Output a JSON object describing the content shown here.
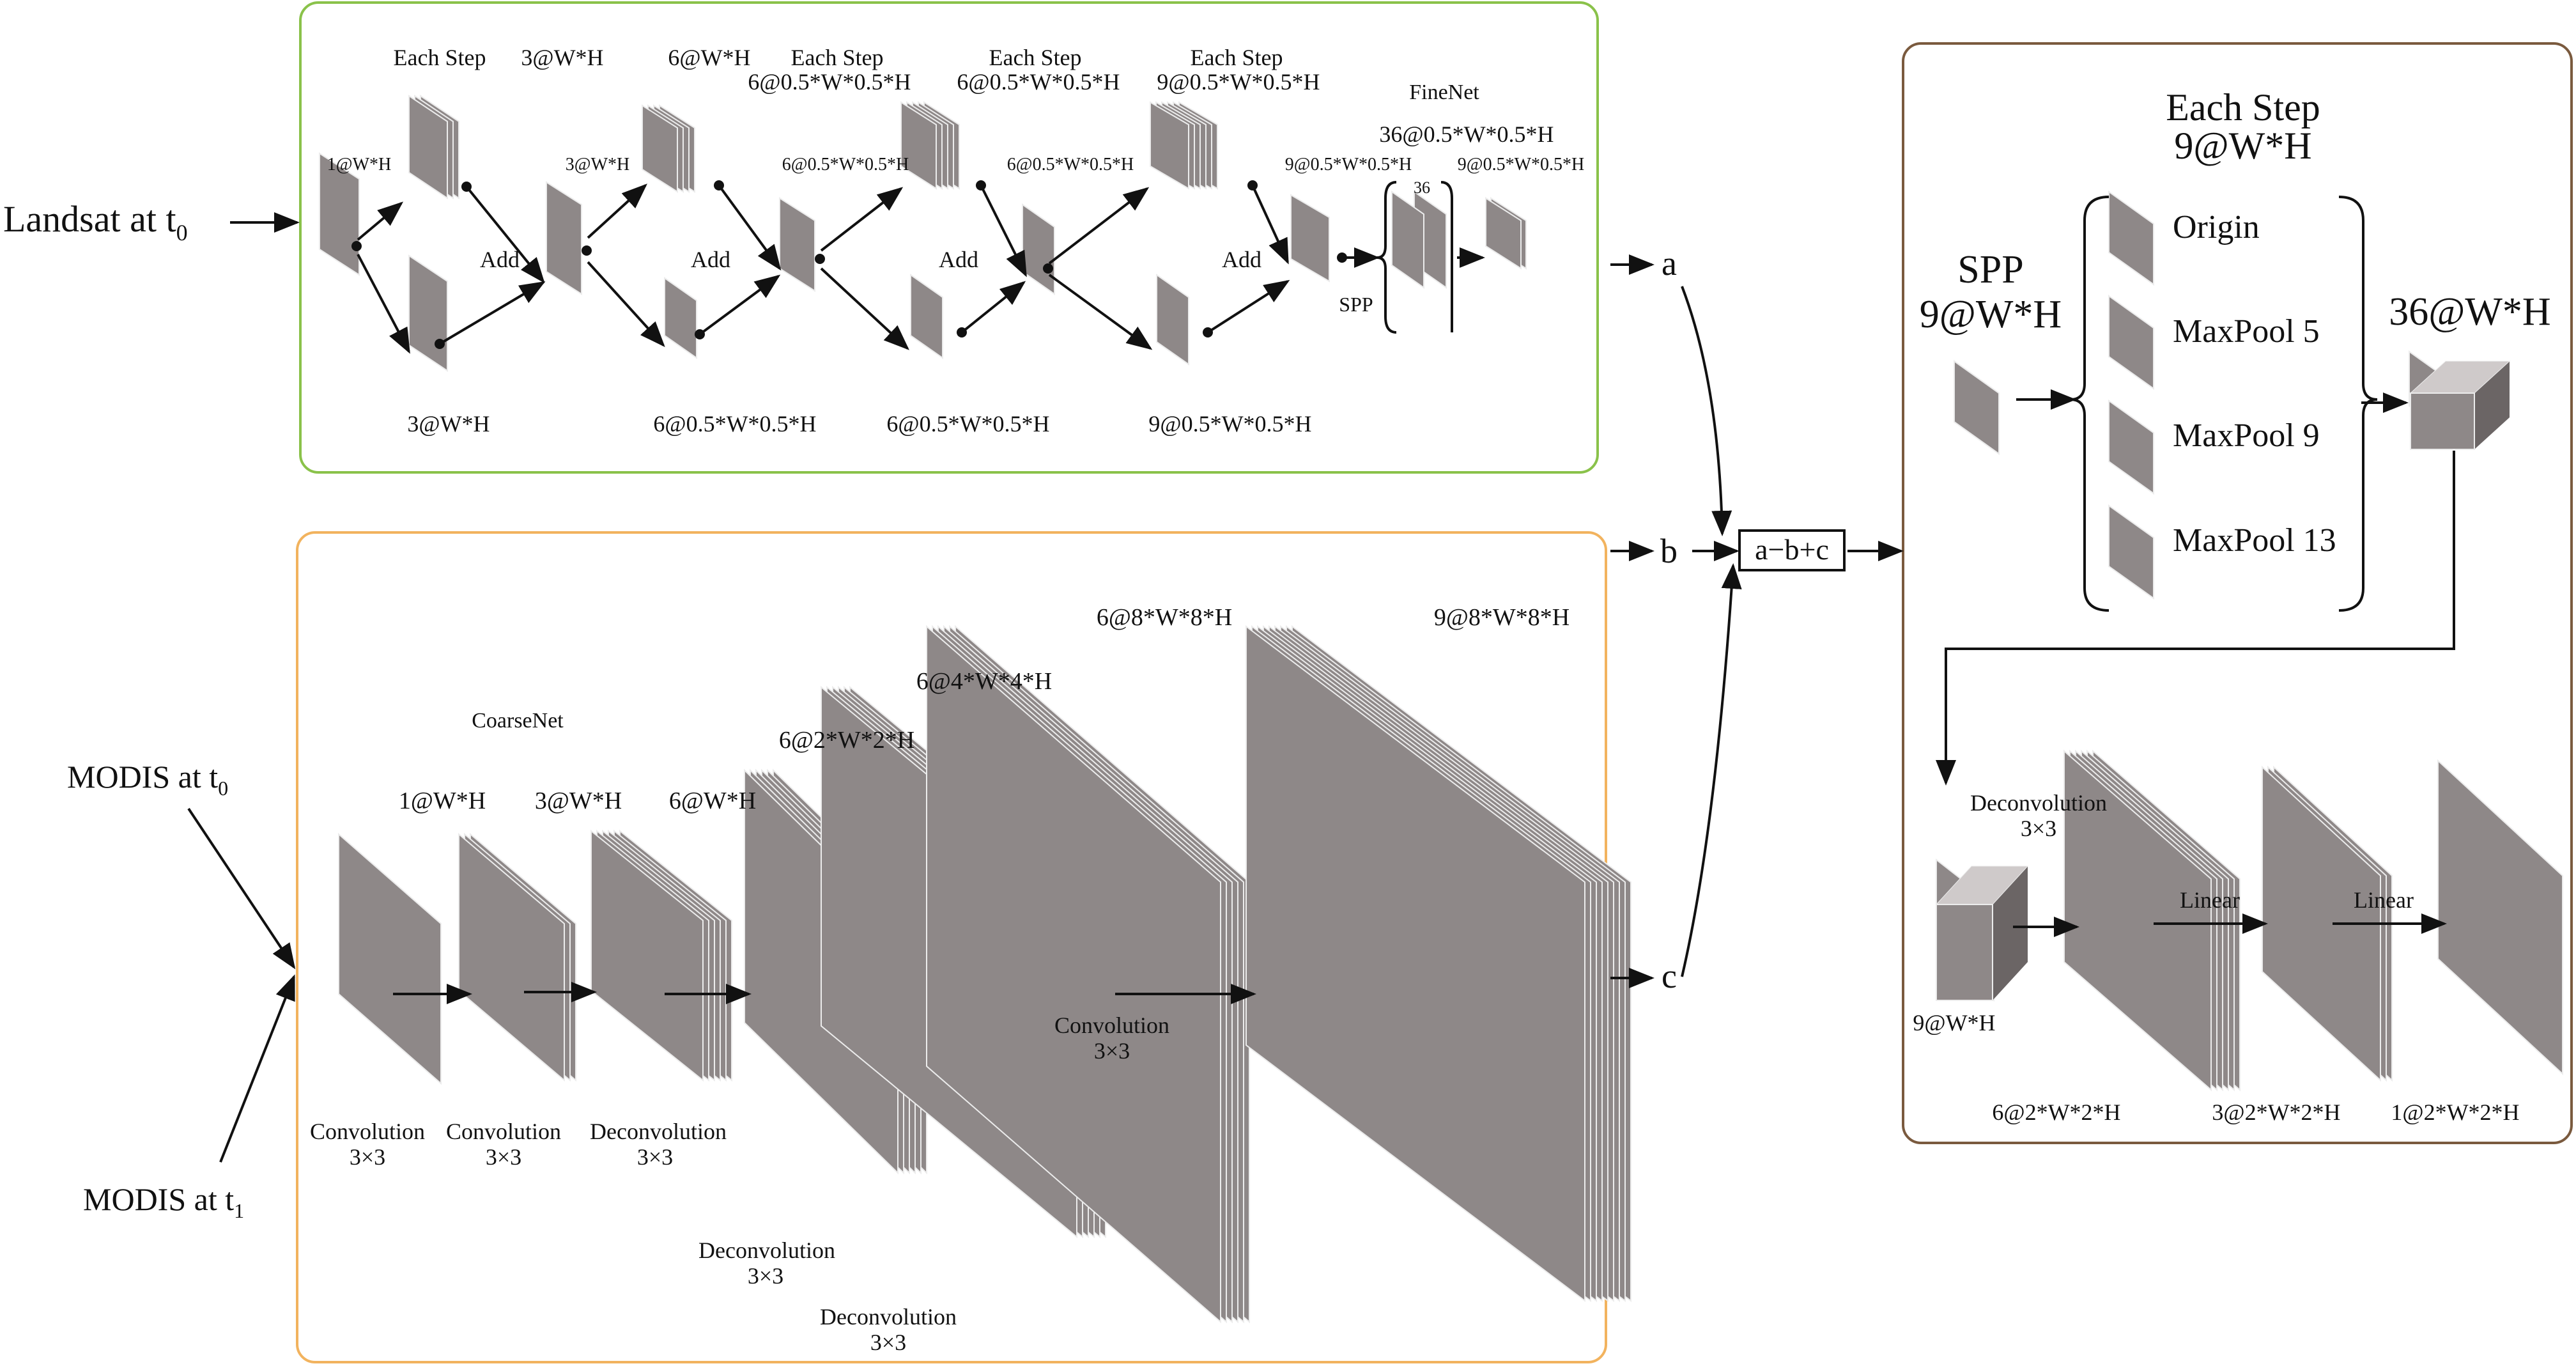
{
  "inputs": {
    "landsat": {
      "text": "Landsat at t",
      "sub": "0"
    },
    "modis_t0": {
      "text": "MODIS at t",
      "sub": "0"
    },
    "modis_t1": {
      "text": "MODIS at t",
      "sub": "1"
    }
  },
  "finenet": {
    "title": "FineNet",
    "each_step": "Each Step",
    "add": "Add",
    "spp": "SPP",
    "brace_count": "36",
    "dims": {
      "in_1": "1@W*H",
      "top_3": "3@W*H",
      "bot_3": "3@W*H",
      "mid_3": "3@W*H",
      "top_6": "6@W*H",
      "step2_top": "6@0.5*W*0.5*H",
      "mid_6": "6@0.5*W*0.5*H",
      "bot_6a": "6@0.5*W*0.5*H",
      "step3_top": "6@0.5*W*0.5*H",
      "mid_6b": "6@0.5*W*0.5*H",
      "bot_6b": "6@0.5*W*0.5*H",
      "step4_top": "9@0.5*W*0.5*H",
      "mid_9": "9@0.5*W*0.5*H",
      "bot_9": "9@0.5*W*0.5*H",
      "spp_out": "36@0.5*W*0.5*H",
      "final_out": "9@0.5*W*0.5*H"
    }
  },
  "coarsenet": {
    "title": "CoarseNet",
    "dims": {
      "c1": "1@W*H",
      "c3": "3@W*H",
      "c6": "6@W*H",
      "d1": "6@2*W*2*H",
      "d2": "6@4*W*4*H",
      "d3": "6@8*W*8*H",
      "out": "9@8*W*8*H"
    },
    "ops": {
      "conv1": "Convolution",
      "conv1_k": "3×3",
      "conv2": "Convolution",
      "conv2_k": "3×3",
      "deconv1": "Deconvolution",
      "deconv1_k": "3×3",
      "deconv2": "Deconvolution",
      "deconv2_k": "3×3",
      "deconv3": "Deconvolution",
      "deconv3_k": "3×3",
      "conv3": "Convolution",
      "conv3_k": "3×3"
    }
  },
  "outputs": {
    "a": "a",
    "b": "b",
    "c": "c",
    "combine": "a−b+c"
  },
  "right_panel": {
    "title_1": "Each Step",
    "title_2": "9@W*H",
    "spp_1": "SPP",
    "spp_2": "9@W*H",
    "branches": [
      "Origin",
      "MaxPool 5",
      "MaxPool 9",
      "MaxPool 13"
    ],
    "concat": "36@W*H",
    "deconv": "Deconvolution",
    "deconv_k": "3×3",
    "linear_1": "Linear",
    "linear_2": "Linear",
    "dims": {
      "in": "9@W*H",
      "d1": "6@2*W*2*H",
      "d2": "3@2*W*2*H",
      "d3": "1@2*W*2*H"
    }
  },
  "colors": {
    "finenet_border": "#8ac24a",
    "coarsenet_border": "#f2b35e",
    "right_border": "#7a5a3e",
    "block_front": "#8e8888",
    "block_top": "#cfcaca",
    "block_side": "#6b6565",
    "stripe": "#ececec"
  }
}
